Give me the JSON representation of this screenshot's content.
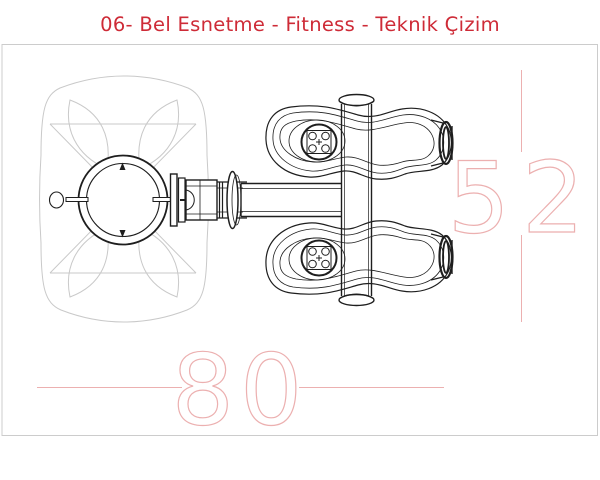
{
  "title": "06- Bel Esnetme - Fitness - Teknik Çizim",
  "dimensions": {
    "height": {
      "label": "52"
    },
    "width": {
      "label": "80"
    }
  },
  "colors": {
    "title_red": "#ce2b37",
    "dimension_pink": "#ecb0b0",
    "frame_gray": "#cccccc",
    "faint_gray": "#c9c9c9",
    "ink": "#1e1e1e",
    "background": "#ffffff"
  }
}
